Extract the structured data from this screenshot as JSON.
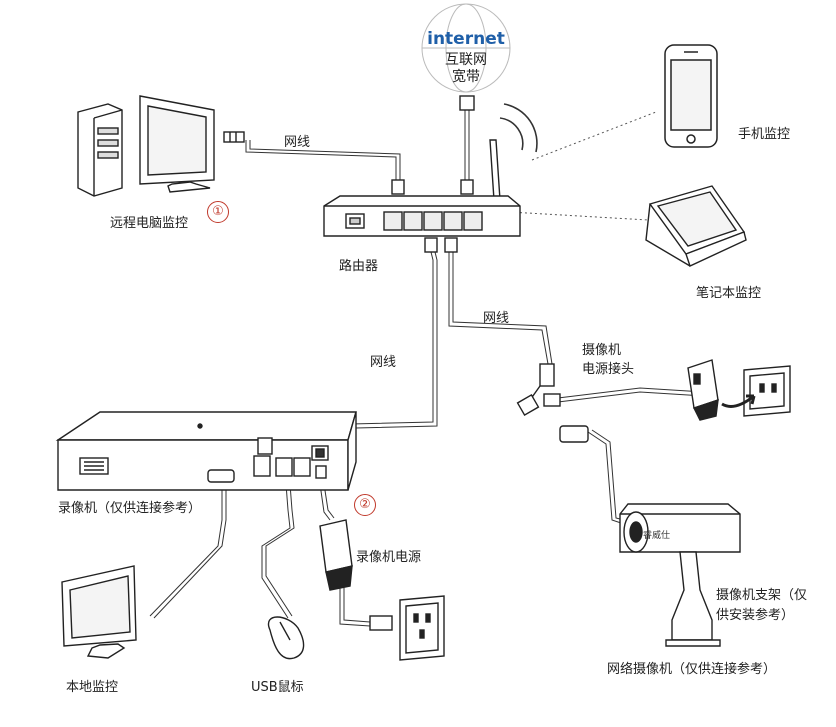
{
  "internet": {
    "title": "internet",
    "line1": "互联网",
    "line2": "宽带"
  },
  "devices": {
    "remote_pc": "远程电脑监控",
    "router": "路由器",
    "phone": "手机监控",
    "laptop": "笔记本监控",
    "nvr": "录像机（仅供连接参考）",
    "nvr_power": "录像机电源",
    "local_monitor": "本地监控",
    "usb_mouse": "USB鼠标",
    "camera": "网络摄像机（仅供连接参考）",
    "camera_bracket_line1": "摄像机支架（仅",
    "camera_bracket_line2": "供安装参考）",
    "camera_power_line1": "摄像机",
    "camera_power_line2": "电源接头",
    "camera_brand": "睿威仕"
  },
  "cables": {
    "pc_router": "网线",
    "router_nvr": "网线",
    "router_camera": "网线"
  },
  "markers": {
    "one": "①",
    "two": "②"
  },
  "colors": {
    "line": "#222222",
    "marker": "#c0392b",
    "internet_text": "#1f5fa8"
  }
}
